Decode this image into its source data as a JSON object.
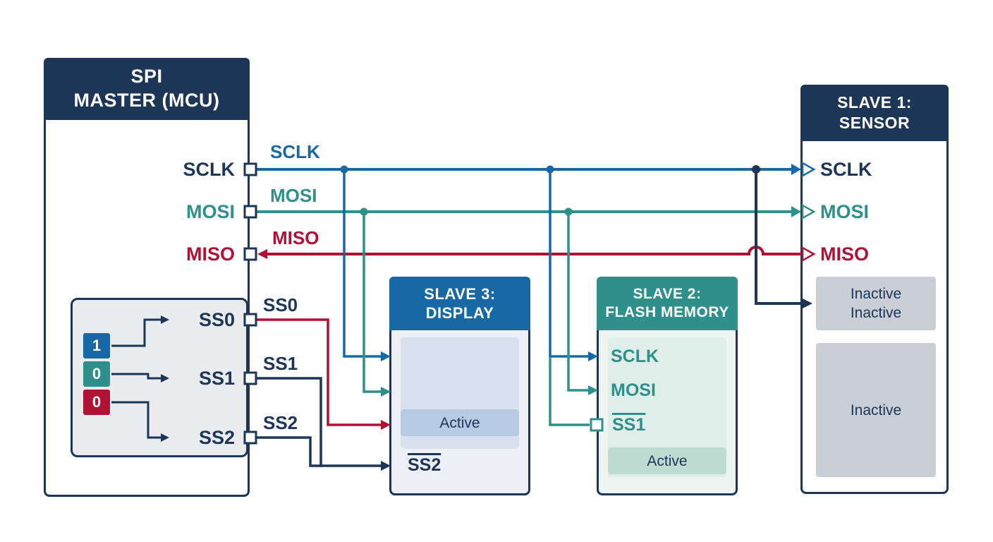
{
  "colors": {
    "navy": "#1d3557",
    "blue": "#1769a5",
    "teal": "#2f8f8a",
    "red": "#b01236",
    "inactive_gray": "#c9ced7",
    "active_blue": "#b6cbe1",
    "active_teal": "#bfdcd2"
  },
  "master": {
    "title_line1": "SPI",
    "title_line2": "MASTER (MCU)",
    "pin_sclk": "SCLK",
    "pin_mosi": "MOSI",
    "pin_miso": "MISO",
    "pin_ss0": "SS0",
    "pin_ss1": "SS1",
    "pin_ss2": "SS2",
    "select_bits": [
      "1",
      "0",
      "0"
    ]
  },
  "bus": {
    "sclk": "SCLK",
    "mosi": "MOSI",
    "miso": "MISO",
    "ss0": "SS0",
    "ss1": "SS1",
    "ss2": "SS2"
  },
  "slave1": {
    "title_line1": "SLAVE 1:",
    "title_line2": "SENSOR",
    "pin_sclk": "SCLK",
    "pin_mosi": "MOSI",
    "pin_miso": "MISO",
    "status_line1": "Inactive",
    "status_line2": "Inactive",
    "status_main": "Inactive"
  },
  "slave3": {
    "title_line1": "SLAVE 3:",
    "title_line2": "DISPLAY",
    "active": "Active",
    "ss": "SS2"
  },
  "slave2": {
    "title_line1": "SLAVE 2:",
    "title_line2": "FLASH MEMORY",
    "pin_sclk": "SCLK",
    "pin_mosi": "MOSI",
    "pin_ss1": "SS1",
    "active": "Active"
  }
}
